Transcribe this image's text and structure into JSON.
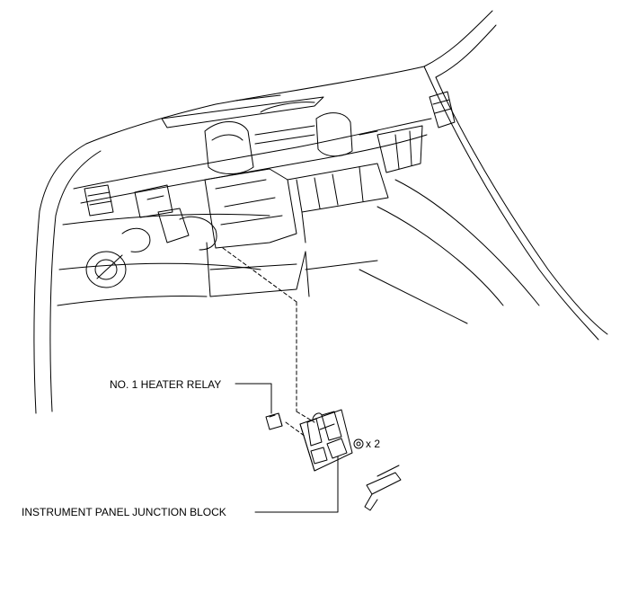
{
  "labels": {
    "heater_relay": "NO. 1 HEATER RELAY",
    "junction_block": "INSTRUMENT PANEL JUNCTION BLOCK",
    "fastener_qty": "x 2"
  },
  "colors": {
    "line": "#000000",
    "background": "#ffffff"
  }
}
